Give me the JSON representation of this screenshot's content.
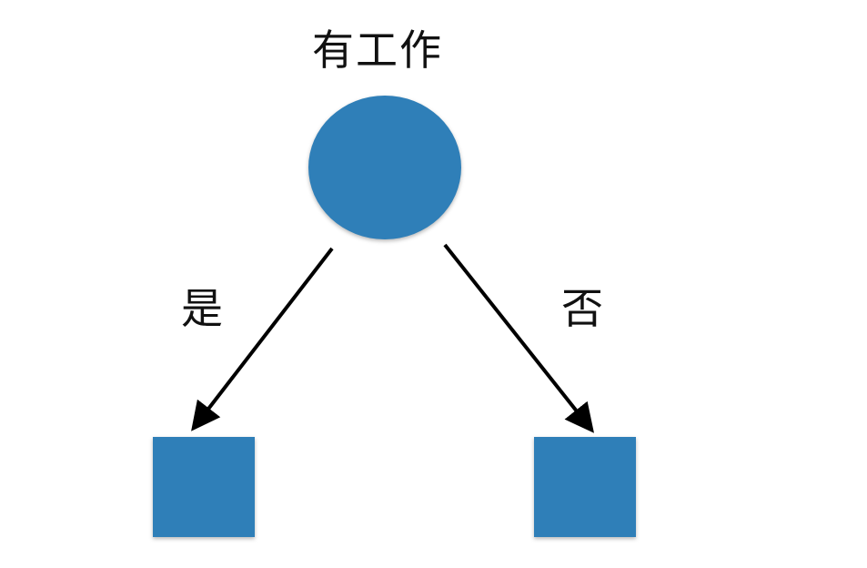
{
  "diagram": {
    "type": "decision-tree",
    "root": {
      "label": "有工作",
      "shape": "circle",
      "color": "#2f7fb8"
    },
    "branches": [
      {
        "label": "是",
        "target_shape": "square",
        "target_color": "#2f7fb8"
      },
      {
        "label": "否",
        "target_shape": "square",
        "target_color": "#2f7fb8"
      }
    ],
    "edge_color": "#000000"
  }
}
